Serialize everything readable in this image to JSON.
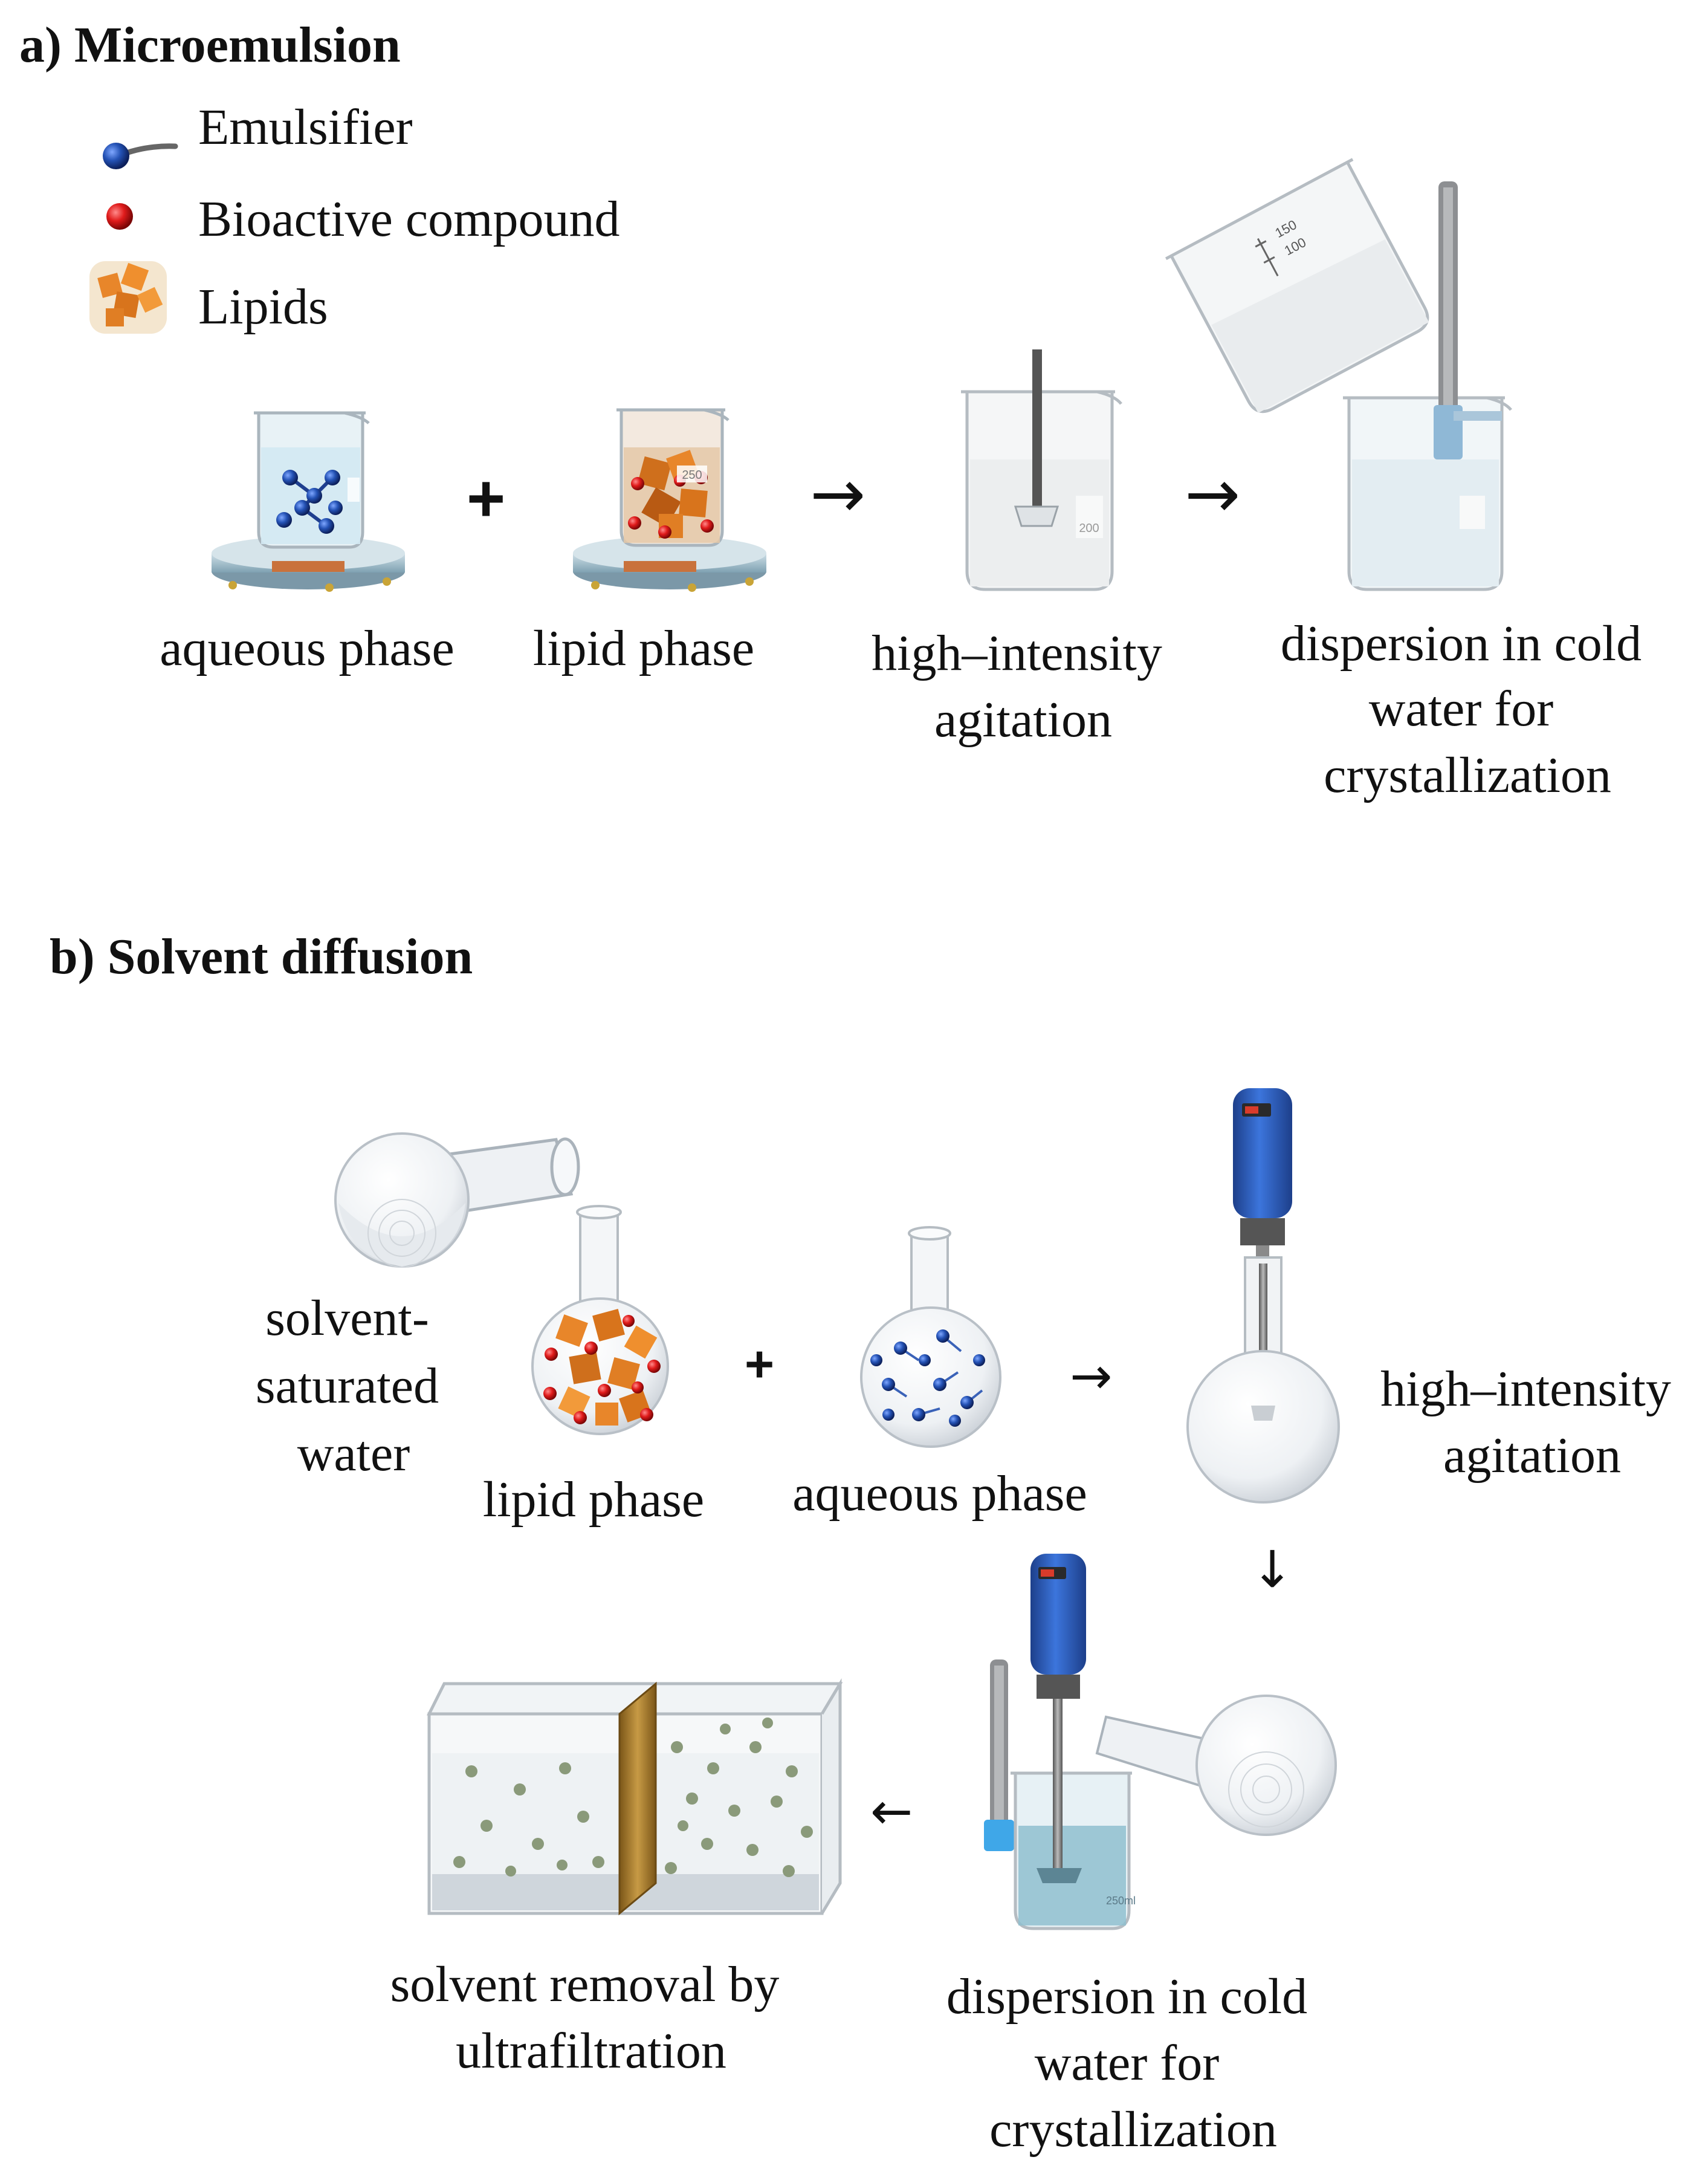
{
  "panel_a": {
    "heading": "a) Microemulsion",
    "legend": [
      {
        "icon": "emulsifier-icon",
        "label": "Emulsifier"
      },
      {
        "icon": "bioactive-compound-icon",
        "label": "Bioactive compound"
      },
      {
        "icon": "lipids-icon",
        "label": "Lipids"
      }
    ],
    "plus": "+",
    "arrow_1": "→",
    "arrow_2": "→",
    "labels": {
      "aqueous": [
        "aqueous phase"
      ],
      "lipid": [
        "lipid phase"
      ],
      "agitation": [
        "high–intensity",
        "agitation"
      ],
      "dispersion": [
        "dispersion in cold",
        "water for",
        "crystallization"
      ]
    },
    "beaker_marks": [
      "250",
      "200",
      "150",
      "100"
    ]
  },
  "panel_b": {
    "heading": "b) Solvent diffusion",
    "plus": "+",
    "arrow_right": "→",
    "arrow_down": "↓",
    "arrow_left": "←",
    "labels": {
      "solvent_water": [
        "solvent-",
        "saturated",
        "water"
      ],
      "lipid": [
        "lipid phase"
      ],
      "aqueous": [
        "aqueous phase"
      ],
      "agitation": [
        "high–intensity",
        "agitation"
      ],
      "dispersion": [
        "dispersion in cold",
        "water for",
        "crystallization"
      ],
      "removal": [
        "solvent removal by",
        "ultrafiltration"
      ]
    },
    "beaker_mark": "250ml"
  },
  "colors": {
    "emulsifier_blue": "#1f3f8f",
    "bioactive_red": "#d81e1e",
    "lipid_orange": "#e8862a",
    "mixer_blue": "#2f62c4",
    "membrane_brown": "#a3762a"
  }
}
